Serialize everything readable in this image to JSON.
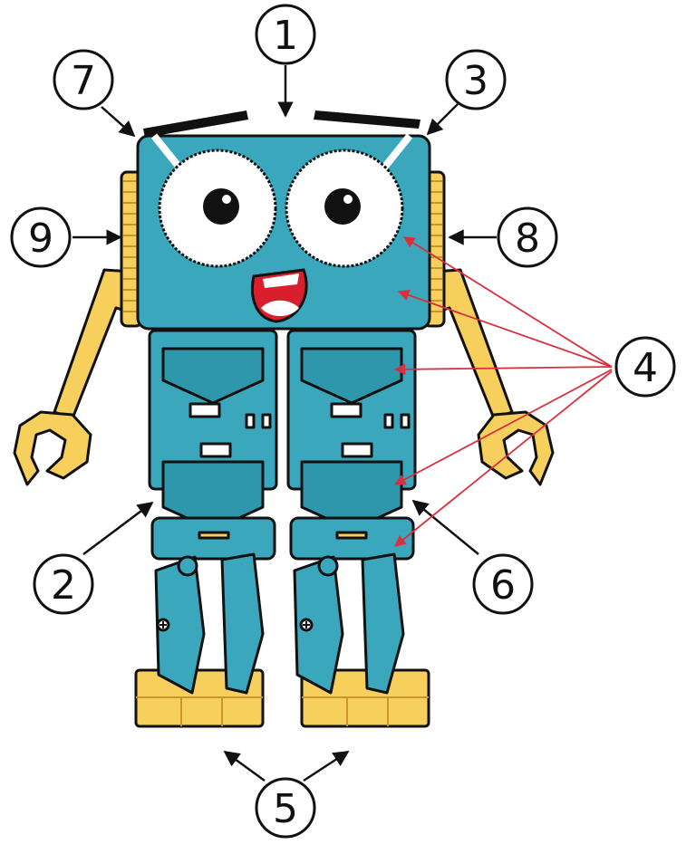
{
  "colors": {
    "body": "#3aa7bd",
    "body_dark": "#2a8da1",
    "yellow": "#f7cf5c",
    "yellow_dark": "#d9a93a",
    "outline": "#111111",
    "eye_white": "#ffffff",
    "mouth": "#d91f2e",
    "arrow_black": "#111111",
    "arrow_red": "#d9303f"
  },
  "labels": [
    {
      "id": "1",
      "text": "1"
    },
    {
      "id": "2",
      "text": "2"
    },
    {
      "id": "3",
      "text": "3"
    },
    {
      "id": "4",
      "text": "4"
    },
    {
      "id": "5",
      "text": "5"
    },
    {
      "id": "6",
      "text": "6"
    },
    {
      "id": "7",
      "text": "7"
    },
    {
      "id": "8",
      "text": "8"
    },
    {
      "id": "9",
      "text": "9"
    }
  ]
}
